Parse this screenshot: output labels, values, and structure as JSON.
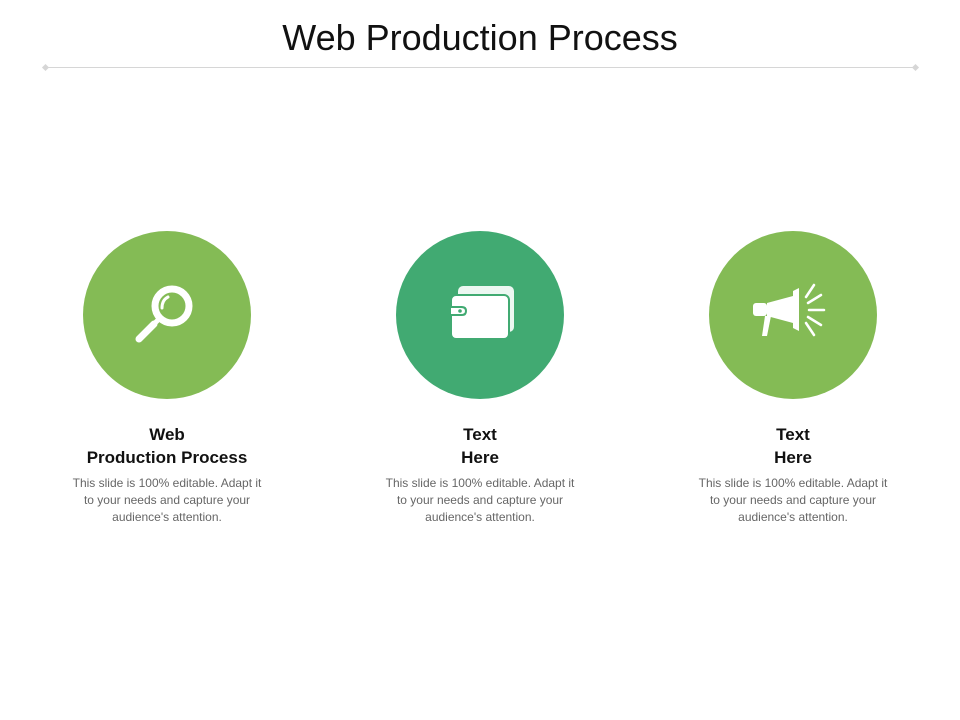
{
  "slide": {
    "title": "Web Production Process"
  },
  "colors": {
    "light_green": "#84bb55",
    "teal_green": "#41aa72",
    "divider": "#d6d6d6"
  },
  "items": [
    {
      "heading": "Web\nProduction Process",
      "description": "This slide is 100% editable. Adapt it to your needs and capture your audience's attention.",
      "icon": "magnifier-icon",
      "color": "#84bb55"
    },
    {
      "heading": "Text\nHere",
      "description": "This slide is 100% editable. Adapt it to your needs and capture your audience's attention.",
      "icon": "wallet-icon",
      "color": "#41aa72"
    },
    {
      "heading": "Text\nHere",
      "description": "This slide is 100% editable. Adapt it to your needs and capture your audience's attention.",
      "icon": "megaphone-icon",
      "color": "#84bb55"
    }
  ]
}
